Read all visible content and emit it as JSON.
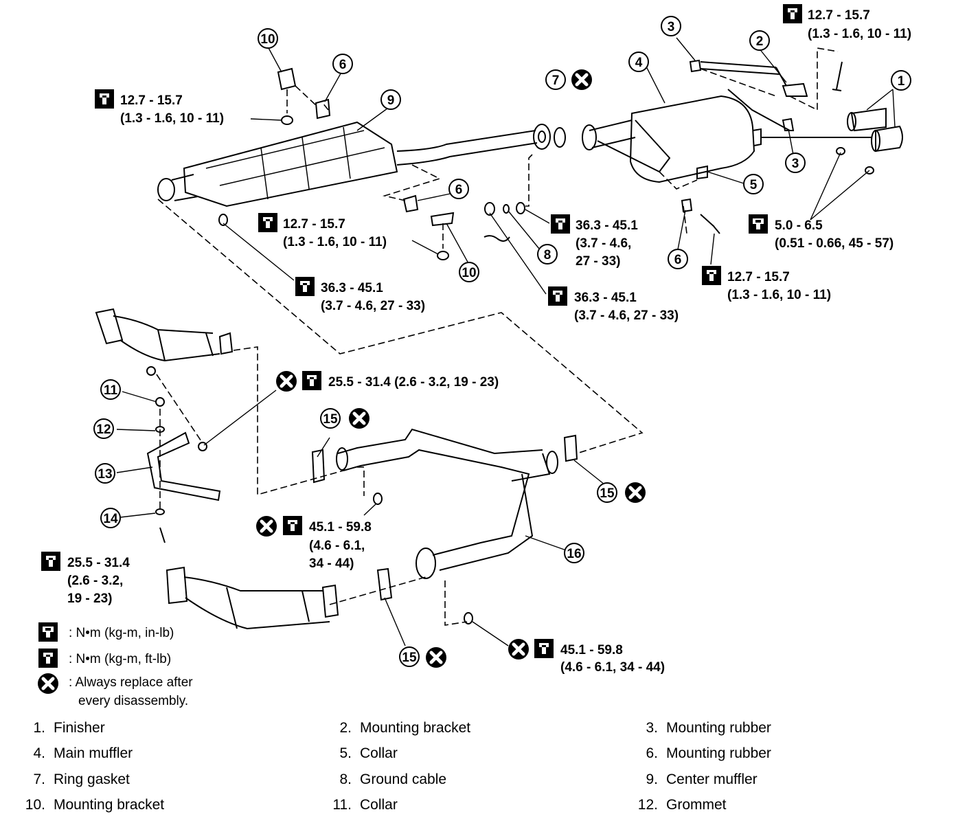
{
  "callouts": [
    "1",
    "2",
    "3",
    "3",
    "4",
    "5",
    "6",
    "6",
    "6",
    "7",
    "8",
    "9",
    "10",
    "10",
    "11",
    "12",
    "13",
    "14",
    "15",
    "15",
    "15",
    "16"
  ],
  "torque_specs": {
    "t1_a": "12.7 - 15.7",
    "t1_b": "(1.3 - 1.6, 10 - 11)",
    "t2_a": "12.7 - 15.7",
    "t2_b": "(1.3 - 1.6, 10 - 11)",
    "t3_a": "12.7 - 15.7",
    "t3_b": "(1.3 - 1.6, 10 - 11)",
    "t4_a": "36.3 - 45.1",
    "t4_b": "(3.7 - 4.6, 27 - 33)",
    "t5_a": "36.3 - 45.1",
    "t5_b": "(3.7 - 4.6,",
    "t5_c": "27 - 33)",
    "t6_a": "36.3 - 45.1",
    "t6_b": "(3.7 - 4.6, 27 - 33)",
    "t7_a": "5.0 - 6.5",
    "t7_b": "(0.51 - 0.66, 45 - 57)",
    "t8_a": "12.7 - 15.7",
    "t8_b": "(1.3 - 1.6, 10 - 11)",
    "t9_a": "25.5 - 31.4 (2.6 - 3.2, 19 - 23)",
    "t10_a": "45.1 - 59.8",
    "t10_b": "(4.6 - 6.1,",
    "t10_c": "34 - 44)",
    "t11_a": "25.5 - 31.4",
    "t11_b": "(2.6 - 3.2,",
    "t11_c": "19 - 23)",
    "t12_a": "45.1 - 59.8",
    "t12_b": "(4.6 - 6.1, 34 - 44)"
  },
  "legend": {
    "inlb": ": N•m (kg-m, in-lb)",
    "ftlb": ": N•m (kg-m, ft-lb)",
    "replace_1": ": Always replace after",
    "replace_2": "every disassembly."
  },
  "parts_list": [
    {
      "num": "1.",
      "name": "Finisher"
    },
    {
      "num": "2.",
      "name": "Mounting bracket"
    },
    {
      "num": "3.",
      "name": "Mounting rubber"
    },
    {
      "num": "4.",
      "name": "Main muffler"
    },
    {
      "num": "5.",
      "name": "Collar"
    },
    {
      "num": "6.",
      "name": "Mounting rubber"
    },
    {
      "num": "7.",
      "name": "Ring gasket"
    },
    {
      "num": "8.",
      "name": "Ground cable"
    },
    {
      "num": "9.",
      "name": "Center muffler"
    },
    {
      "num": "10.",
      "name": "Mounting bracket"
    },
    {
      "num": "11.",
      "name": "Collar"
    },
    {
      "num": "12.",
      "name": "Grommet"
    }
  ],
  "icons": [
    "torque-wrench-ftlb-icon",
    "torque-wrench-inlb-icon",
    "always-replace-icon"
  ]
}
